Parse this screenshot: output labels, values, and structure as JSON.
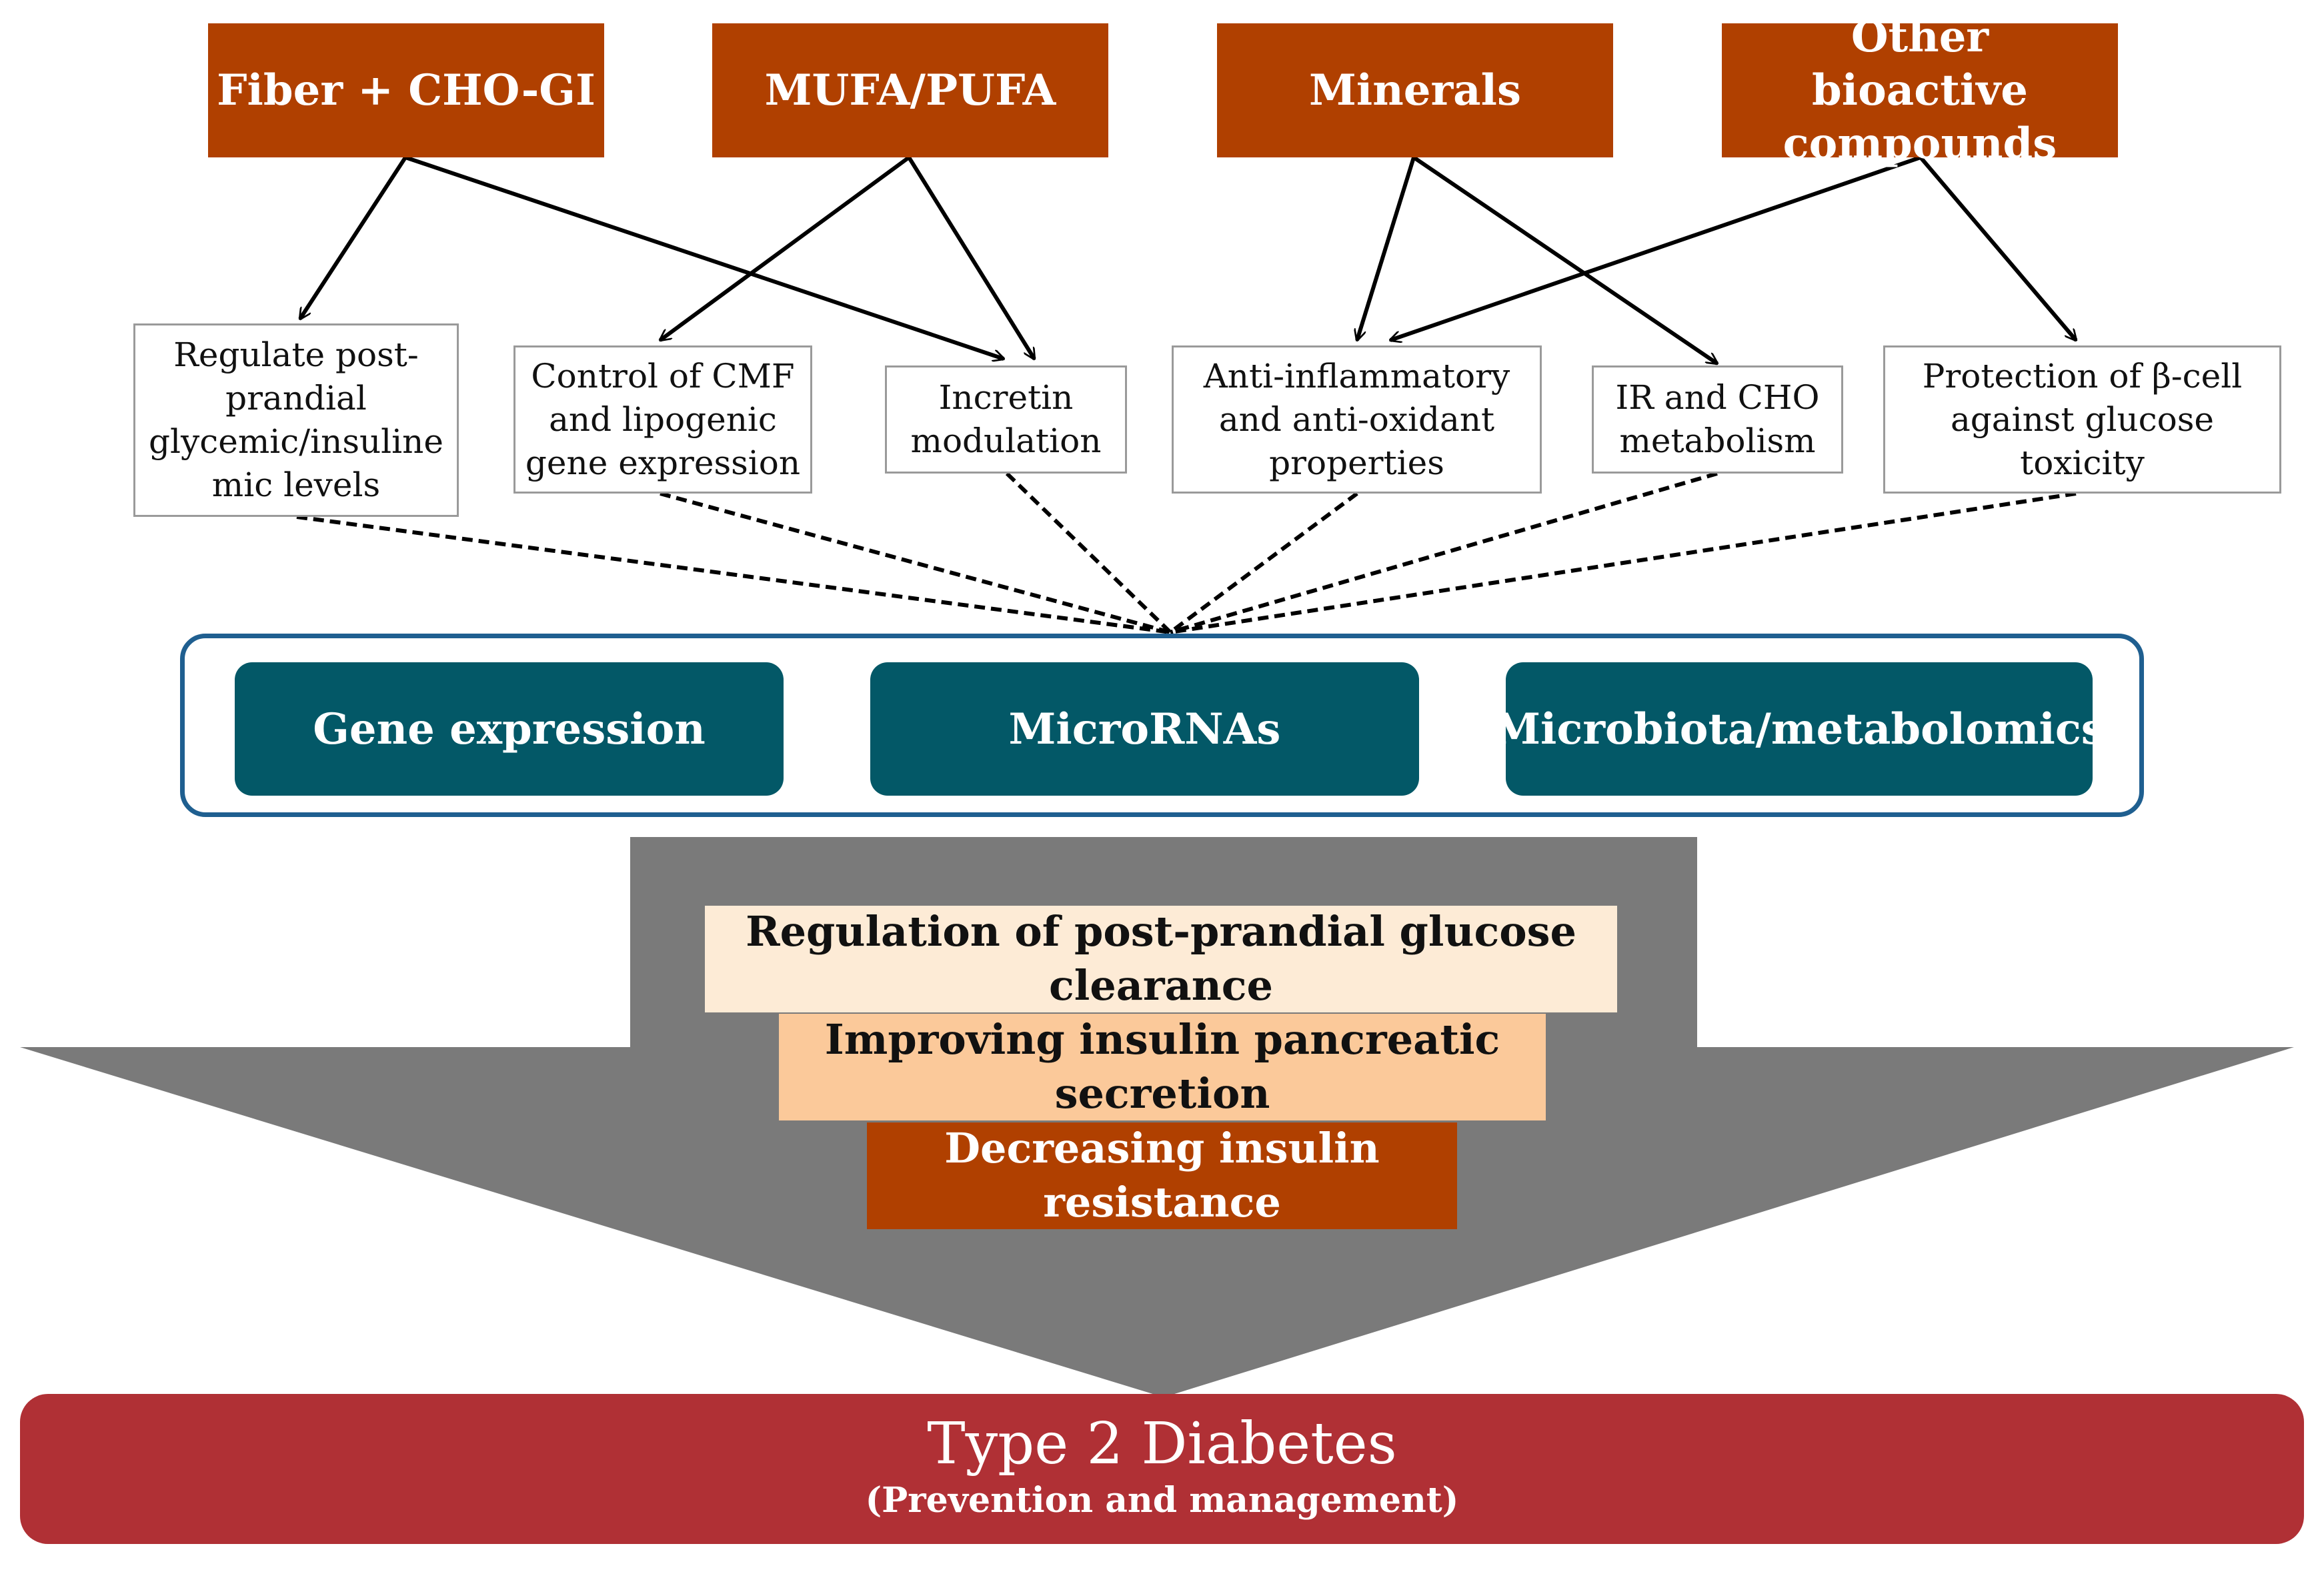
{
  "sources": [
    {
      "id": "fiber",
      "label": "Fiber + CHO-GI"
    },
    {
      "id": "mufa",
      "label": "MUFA/PUFA"
    },
    {
      "id": "minerals",
      "label": "Minerals"
    },
    {
      "id": "other",
      "label": "Other bioactive compounds"
    }
  ],
  "effects": [
    {
      "id": "glycemic",
      "label": "Regulate post-\nprandial\nglycemic/insuline\nmic levels"
    },
    {
      "id": "cmf",
      "label": "Control of CMF\nand lipogenic\ngene expression"
    },
    {
      "id": "incretin",
      "label": "Incretin\nmodulation"
    },
    {
      "id": "antiinflam",
      "label": "Anti-inflammatory\nand anti-oxidant\nproperties"
    },
    {
      "id": "ir",
      "label": "IR and CHO\nmetabolism"
    },
    {
      "id": "betacell",
      "label": "Protection of β-cell\nagainst glucose\ntoxicity"
    }
  ],
  "omics": [
    {
      "id": "gene",
      "label": "Gene expression"
    },
    {
      "id": "mirna",
      "label": "MicroRNAs"
    },
    {
      "id": "microbiota",
      "label": "Microbiota/metabolomics"
    }
  ],
  "outcomes": [
    {
      "id": "clearance",
      "label": "Regulation of post-prandial glucose\nclearance",
      "color": "#fdebd6"
    },
    {
      "id": "secretion",
      "label": "Improving insulin pancreatic\nsecretion",
      "color": "#fbc99a"
    },
    {
      "id": "resistance",
      "label": "Decreasing insulin\nresistance",
      "color": "#b04000"
    }
  ],
  "result": {
    "title": "Type 2 Diabetes",
    "subtitle": "(Prevention and management)"
  },
  "colors": {
    "source": "#b04000",
    "omics": "#035867",
    "omics_frame": "#1f5f90",
    "funnel": "#7a7a7a",
    "result": "#b03035"
  }
}
